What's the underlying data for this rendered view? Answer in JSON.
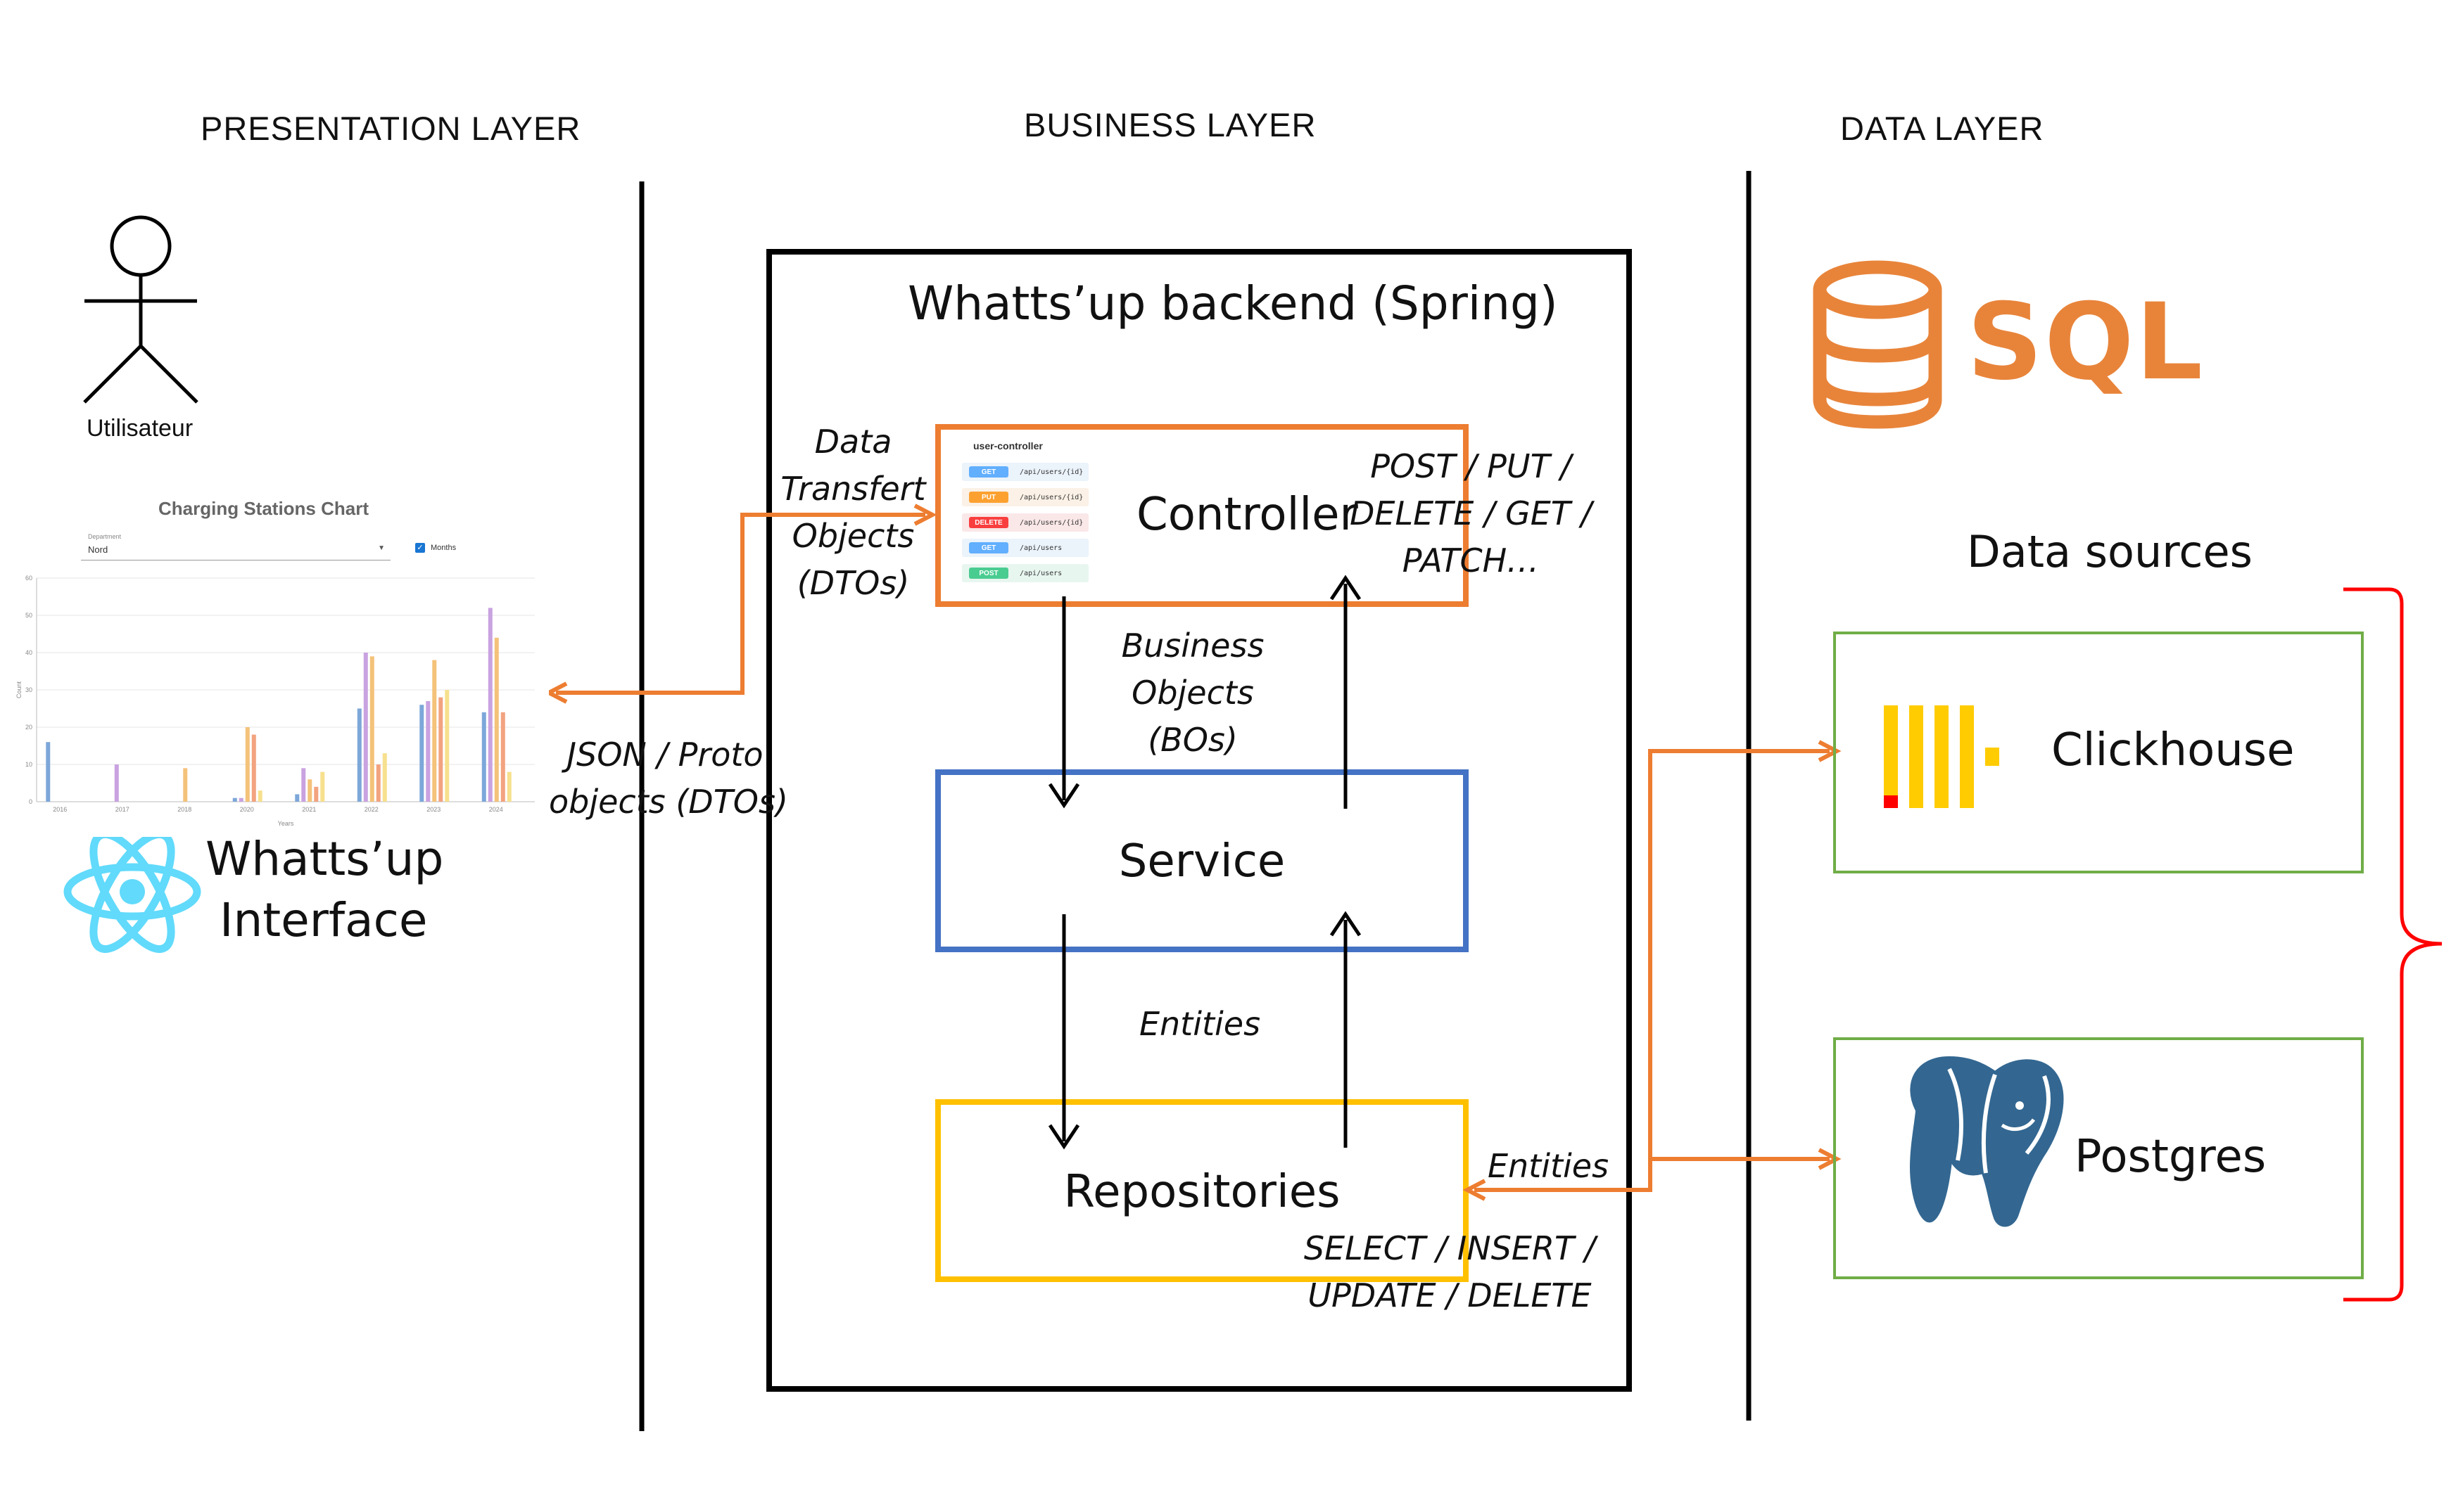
{
  "layers": {
    "presentation": "PRESENTATION LAYER",
    "business": "BUSINESS LAYER",
    "data": "DATA LAYER"
  },
  "user": {
    "label": "Utilisateur",
    "icon": "stick-figure-icon"
  },
  "chart": {
    "title": "Charging Stations Chart",
    "dropdown_label": "Department",
    "dropdown_value": "Nord",
    "checkbox_label": "Months",
    "checkbox_checked": true,
    "x_label": "Years",
    "y_label": "Count"
  },
  "chart_data": {
    "type": "bar",
    "title": "Charging Stations Chart",
    "xlabel": "Years",
    "ylabel": "Count",
    "ylim": [
      0,
      60
    ],
    "y_ticks": [
      "0",
      "10",
      "20",
      "30",
      "40",
      "50",
      "60"
    ],
    "categories": [
      "2016",
      "2017",
      "2018",
      "2020",
      "2021",
      "2022",
      "2023",
      "2024"
    ],
    "series": [
      {
        "name": "",
        "color": "#7da7d9",
        "values": [
          16,
          0,
          0,
          1,
          2,
          25,
          26,
          24
        ]
      },
      {
        "name": "",
        "color": "#c9a2e0",
        "values": [
          0,
          10,
          0,
          1,
          9,
          40,
          27,
          52
        ]
      },
      {
        "name": "",
        "color": "#f4c27a",
        "values": [
          0,
          0,
          9,
          20,
          6,
          39,
          38,
          44
        ]
      },
      {
        "name": "",
        "color": "#f2a37f",
        "values": [
          0,
          0,
          0,
          18,
          4,
          10,
          28,
          24
        ]
      },
      {
        "name": "",
        "color": "#f7e08e",
        "values": [
          0,
          0,
          0,
          3,
          8,
          13,
          30,
          8
        ]
      }
    ]
  },
  "interface": {
    "line1": "Whatts’up",
    "line2": "Interface",
    "icon": "react-logo-icon"
  },
  "backend": {
    "title": "Whatts’up backend (Spring)"
  },
  "controller": {
    "label": "Controller",
    "swagger_title": "user-controller",
    "endpoints": [
      {
        "method": "GET",
        "path": "/api/users/{id}",
        "color": "#61affe",
        "bg": "#ebf3fb"
      },
      {
        "method": "PUT",
        "path": "/api/users/{id}",
        "color": "#fca130",
        "bg": "#fbf1e6"
      },
      {
        "method": "DELETE",
        "path": "/api/users/{id}",
        "color": "#f93e3e",
        "bg": "#fae7e7"
      },
      {
        "method": "GET",
        "path": "/api/users",
        "color": "#61affe",
        "bg": "#ebf3fb"
      },
      {
        "method": "POST",
        "path": "/api/users",
        "color": "#49cc90",
        "bg": "#e8f6f0"
      }
    ]
  },
  "service": {
    "label": "Service"
  },
  "repositories": {
    "label": "Repositories"
  },
  "annotations": {
    "dto_lines": [
      "Data",
      "Transfert",
      "Objects",
      "(DTOs)"
    ],
    "http_lines": [
      "POST / PUT /",
      "DELETE / GET /",
      "PATCH…"
    ],
    "bo_lines": [
      "Business",
      "Objects",
      "(BOs)"
    ],
    "entities_middle": "Entities",
    "json_lines": [
      "JSON / Proto",
      "objects (DTOs)"
    ],
    "sql_ops_lines": [
      "SELECT / INSERT /",
      "UPDATE / DELETE"
    ],
    "entities_right": "Entities"
  },
  "data_layer": {
    "sql_logo_text": "SQL",
    "sql_icon": "database-icon",
    "sources_title": "Data sources",
    "sources": [
      {
        "name": "Clickhouse",
        "icon": "clickhouse-logo-icon"
      },
      {
        "name": "Postgres",
        "icon": "postgres-elephant-icon"
      }
    ]
  },
  "colors": {
    "orange": "#ed7d31",
    "blue": "#4472c4",
    "yellow": "#ffc000",
    "green": "#70ad47",
    "red": "#ff0000",
    "sql_orange": "#e8843a",
    "react_cyan": "#61dafb",
    "postgres_blue": "#336791"
  }
}
